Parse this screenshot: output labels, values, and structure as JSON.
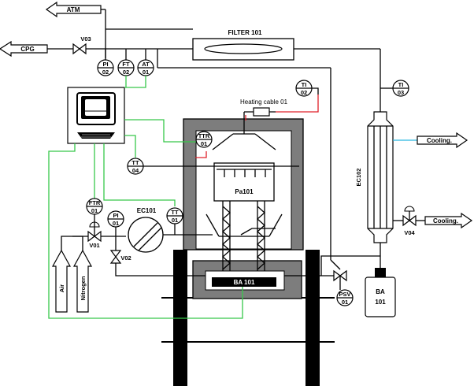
{
  "outlets": {
    "atm": "ATM",
    "cpg": "CPG",
    "cooling_1": "Cooling.",
    "cooling_2": "Cooling."
  },
  "gas_inlets": {
    "air": "Air",
    "nitrogen": "Nitrogen"
  },
  "equipment": {
    "filter": "FILTER 101",
    "heating_cable": "Heating cable 01",
    "reactor": "Pa101",
    "bath": "BA 101",
    "bottle_tag": "BA",
    "bottle_num": "101",
    "condenser": "EC102",
    "heat_exchanger": "EC101"
  },
  "valves": {
    "v01": "V01",
    "v02": "V02",
    "v03": "V03",
    "v04": "V04"
  },
  "instruments": {
    "pi02": {
      "tag": "PI",
      "num": "02"
    },
    "ft02": {
      "tag": "FT",
      "num": "02"
    },
    "at01": {
      "tag": "AT",
      "num": "01"
    },
    "ti02": {
      "tag": "TI",
      "num": "02"
    },
    "ti03": {
      "tag": "TI",
      "num": "03"
    },
    "ttr01": {
      "tag": "TTR",
      "num": "01"
    },
    "tt04": {
      "tag": "TT",
      "num": "04"
    },
    "ftr01": {
      "tag": "FTR",
      "num": "01"
    },
    "pi01": {
      "tag": "PI",
      "num": "01"
    },
    "tt01": {
      "tag": "TT",
      "num": "01"
    },
    "psv01": {
      "tag": "PSV",
      "num": "01"
    }
  },
  "line_colors": {
    "process": "#000000",
    "signal": "#37c84a",
    "heating": "#e0202a",
    "cooling": "#2ab8e0"
  }
}
